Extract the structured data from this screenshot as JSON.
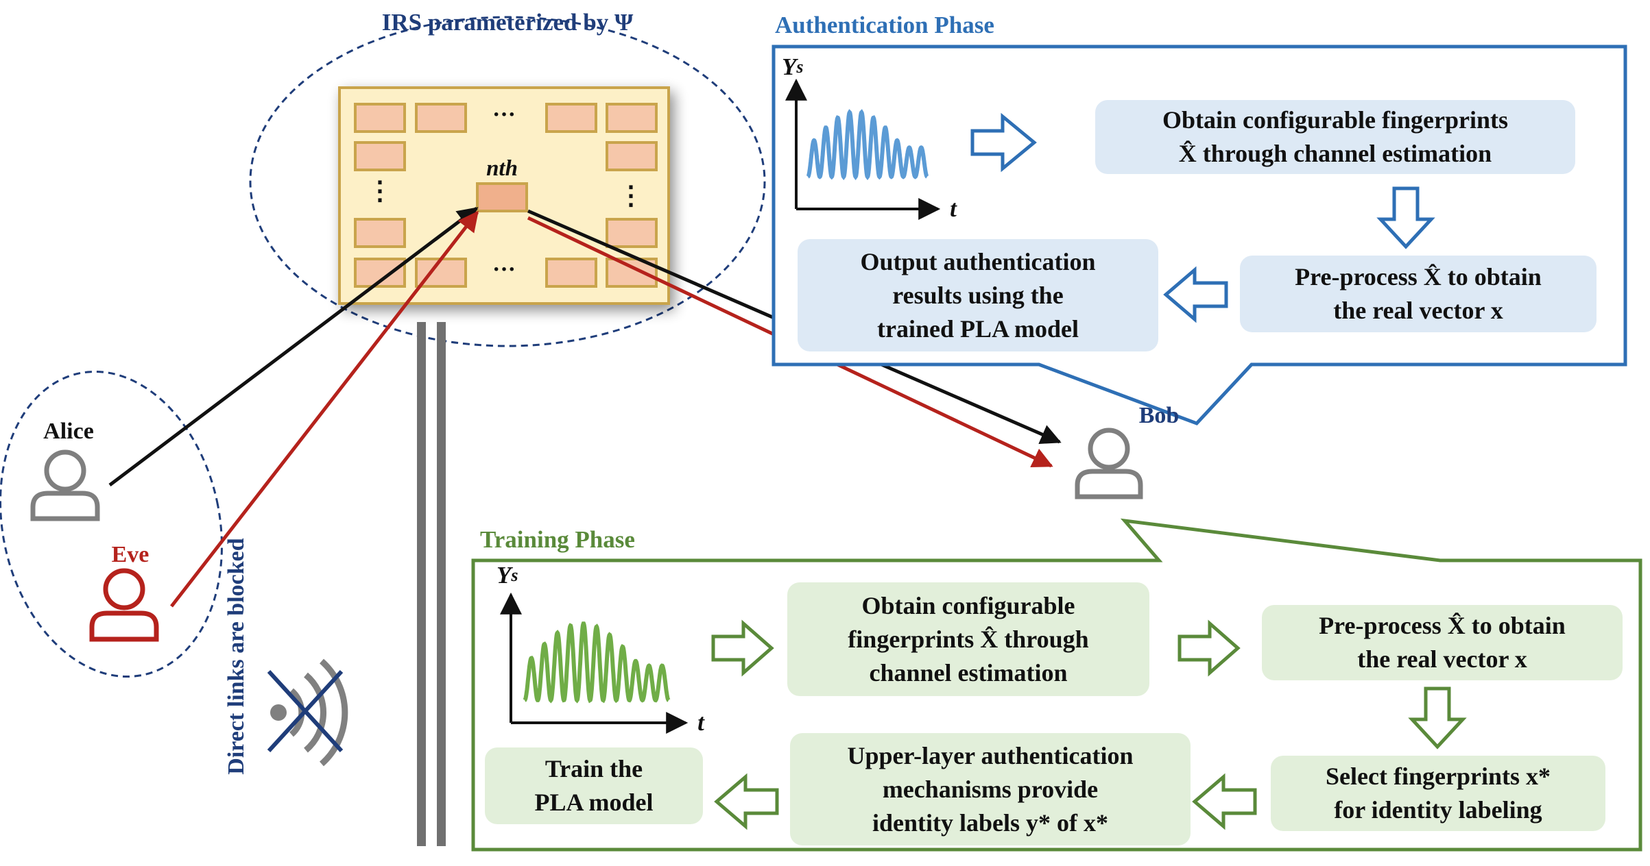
{
  "irs": {
    "title": "IRS parameterized by Ψ",
    "nth_label": "nth",
    "dots_horizontal": "···",
    "dots_vertical": "⋮"
  },
  "users": {
    "alice": "Alice",
    "eve": "Eve",
    "bob": "Bob"
  },
  "blocked_label": "Direct links are blocked",
  "authentication": {
    "title": "Authentication Phase",
    "y_axis": "Y",
    "y_sub": "s",
    "t_axis": "t",
    "obtain": [
      "Obtain configurable fingerprints",
      "X̂ through channel estimation"
    ],
    "preprocess": [
      "Pre-process X̂ to obtain",
      "the real vector x"
    ],
    "output": [
      "Output authentication",
      "results using the",
      "trained PLA model"
    ]
  },
  "training": {
    "title": "Training Phase",
    "y_axis": "Y",
    "y_sub": "s",
    "t_axis": "t",
    "obtain": [
      "Obtain configurable",
      "fingerprints X̂ through",
      "channel estimation"
    ],
    "preprocess": [
      "Pre-process X̂ to obtain",
      "the real vector x"
    ],
    "select": [
      "Select fingerprints x*",
      "for identity labeling"
    ],
    "upper": [
      "Upper-layer authentication",
      "mechanisms provide",
      "identity labels y* of x*"
    ],
    "train": [
      "Train the",
      "PLA model"
    ]
  },
  "colors": {
    "blue": "#2e6fb5",
    "navy": "#1f3d7a",
    "green": "#5a8a3a",
    "red": "#b5221c",
    "gray": "#7f7f7f",
    "irs_panel": "#fdf0c7",
    "irs_border": "#c9a44c",
    "element": "#f6c7aa"
  }
}
